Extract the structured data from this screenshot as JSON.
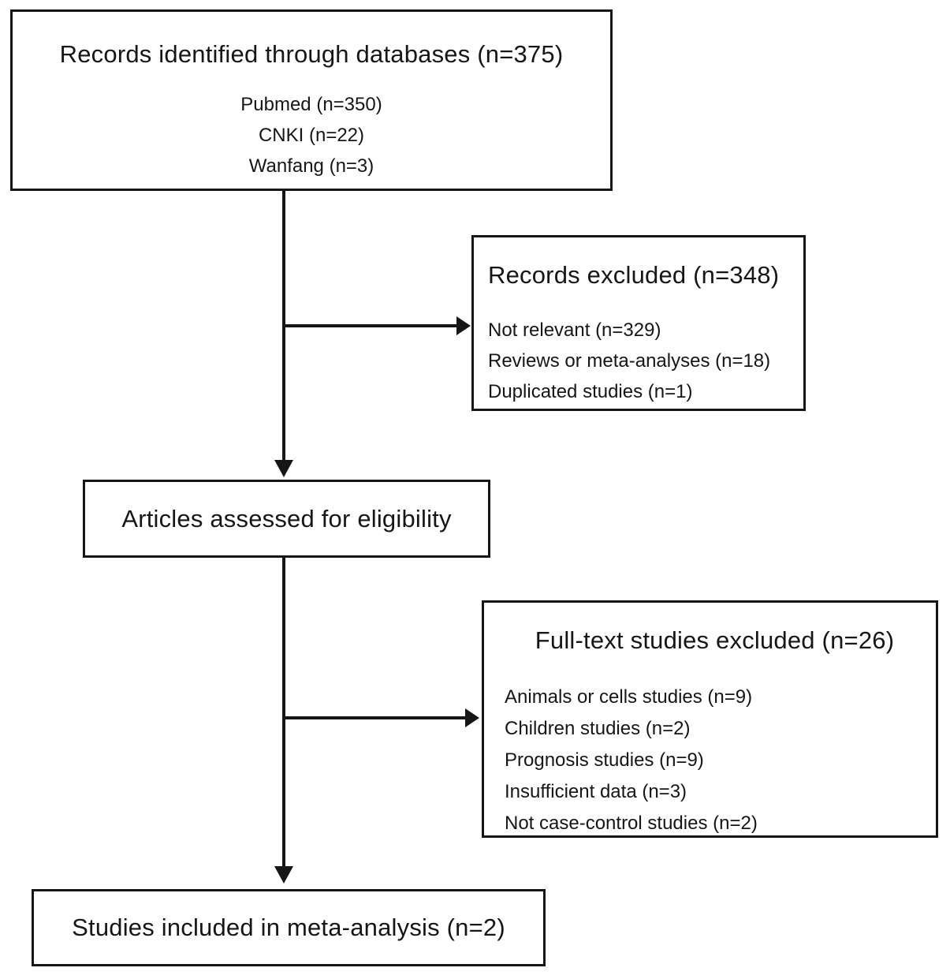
{
  "flowchart": {
    "identified": {
      "title": "Records identified through databases (n=375)",
      "items": [
        "Pubmed (n=350)",
        "CNKI (n=22)",
        "Wanfang (n=3)"
      ]
    },
    "records_excluded": {
      "title": "Records excluded (n=348)",
      "items": [
        "Not relevant (n=329)",
        "Reviews or meta-analyses (n=18)",
        "Duplicated studies (n=1)"
      ]
    },
    "eligibility": {
      "title": "Articles assessed for eligibility"
    },
    "fulltext_excluded": {
      "title": "Full-text studies excluded (n=26)",
      "items": [
        "Animals or cells studies (n=9)",
        "Children studies (n=2)",
        "Prognosis studies (n=9)",
        "Insufficient data (n=3)",
        "Not case-control studies (n=2)"
      ]
    },
    "included": {
      "title": "Studies included in meta-analysis (n=2)"
    },
    "colors": {
      "line": "#161616",
      "text": "#161616",
      "background": "#ffffff"
    }
  }
}
